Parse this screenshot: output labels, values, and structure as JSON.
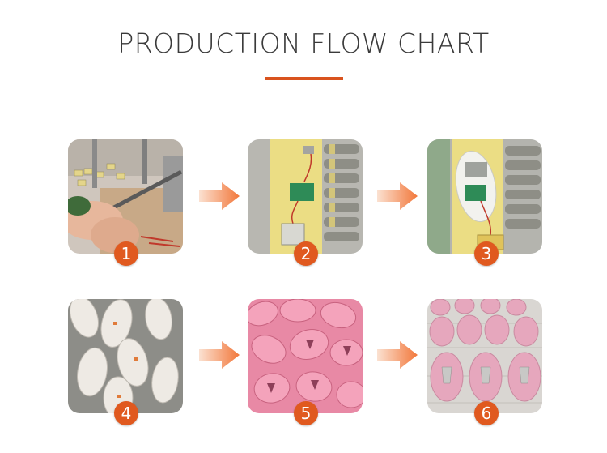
{
  "title": "PRODUCTION FLOW CHART",
  "colors": {
    "accent": "#e0591f",
    "rule": "#d9b8a8",
    "title": "#3a3a3a"
  },
  "steps": [
    {
      "number": "1",
      "image": "soldering-photo"
    },
    {
      "number": "2",
      "image": "circuit-board-battery-photo"
    },
    {
      "number": "3",
      "image": "housing-assembly-photo"
    },
    {
      "number": "4",
      "image": "white-shells-photo"
    },
    {
      "number": "5",
      "image": "pink-silicone-covers-photo"
    },
    {
      "number": "6",
      "image": "finished-products-photo"
    }
  ]
}
